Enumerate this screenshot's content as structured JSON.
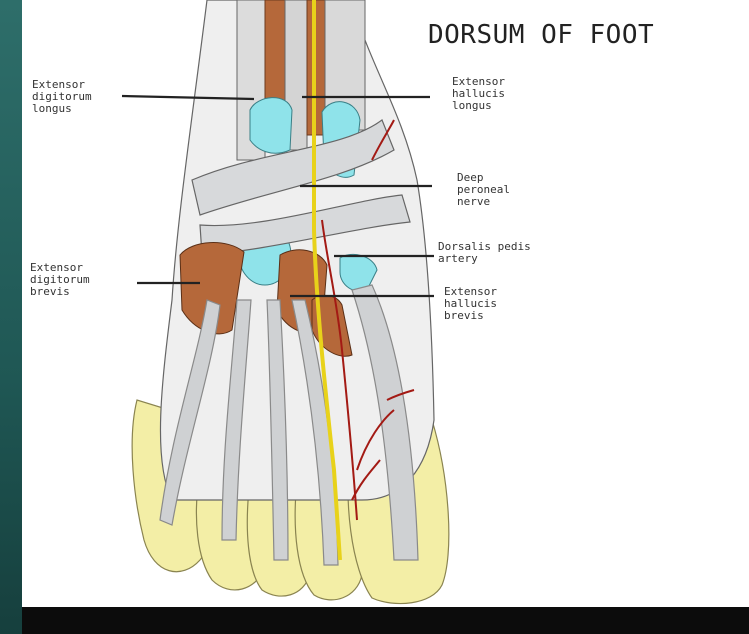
{
  "title": "DORSUM OF FOOT",
  "labels": {
    "edl": "Extensor\ndigitorum\nlongus",
    "edb": "Extensor\ndigitorum\nbrevis",
    "ehl": "Extensor\nhallucis\nlongus",
    "dpn": "Deep\nperoneal\nnerve",
    "dpa": "Dorsalis pedis\nartery",
    "ehb": "Extensor\nhallucis\nbrevis"
  },
  "colors": {
    "background": "#0c0c0c",
    "accent_stripe": "#2e6e6a",
    "panel": "#ffffff",
    "skin_outline": "#f1eca4",
    "tendon": "#cfd1d3",
    "retinaculum": "#d7d9db",
    "synovial_sheath": "#8fe3ea",
    "muscle": "#b5683a",
    "nerve": "#e8d21a",
    "artery": "#a31a14"
  }
}
